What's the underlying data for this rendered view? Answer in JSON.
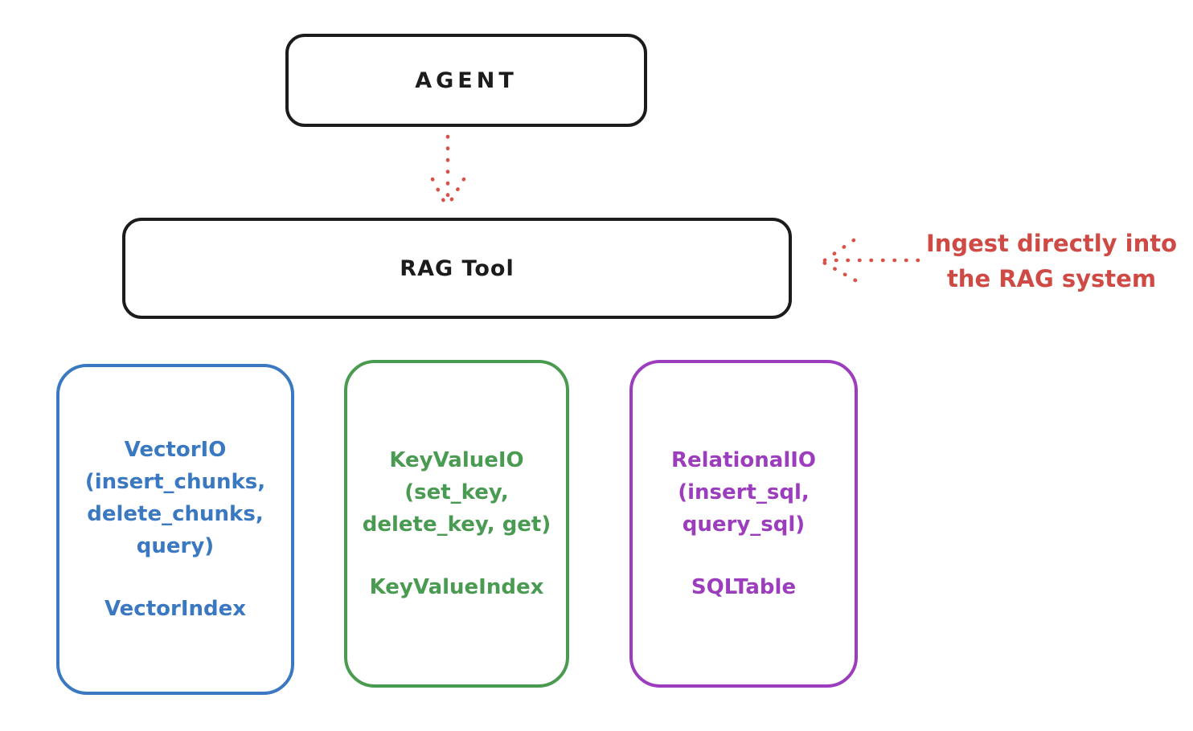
{
  "diagram": {
    "agent_box": {
      "label": "AGENT"
    },
    "rag_tool_box": {
      "label": "RAG Tool"
    },
    "annotation": {
      "line1": "Ingest directly into",
      "line2": "the RAG system",
      "color": "#cf4a44"
    },
    "arrows": {
      "agent_to_rag": "dotted-down-arrow",
      "ingest_to_rag": "dotted-left-arrow",
      "color": "#d8524a"
    },
    "outline_color": "#1c1c1c",
    "io_boxes": [
      {
        "id": "vector-io",
        "color": "#3a78c2",
        "lines": [
          "VectorIO",
          "(insert_chunks,",
          "delete_chunks,",
          "query)"
        ],
        "index_label": "VectorIndex"
      },
      {
        "id": "keyvalue-io",
        "color": "#4a9b52",
        "lines": [
          "KeyValueIO",
          "(set_key,",
          "delete_key, get)"
        ],
        "index_label": "KeyValueIndex"
      },
      {
        "id": "relational-io",
        "color": "#9c3dbd",
        "lines": [
          "RelationalIO",
          "(insert_sql,",
          "query_sql)"
        ],
        "index_label": "SQLTable"
      }
    ]
  }
}
